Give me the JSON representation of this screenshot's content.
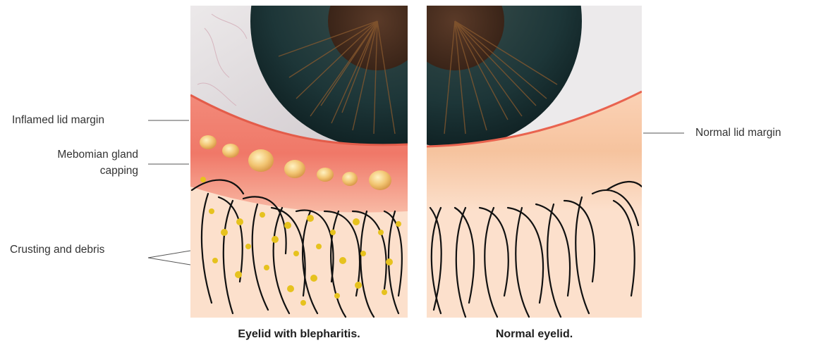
{
  "labels": {
    "inflamed_lid_margin": "Inflamed lid margin",
    "meibomian_line1": "Mebomian gland",
    "meibomian_line2": "capping",
    "crusting": "Crusting and debris",
    "normal_lid_margin": "Normal lid margin"
  },
  "captions": {
    "left": "Eyelid with blepharitis.",
    "right": "Normal eyelid."
  },
  "colors": {
    "sclera": "#e6e2e4",
    "iris": "#1f3a3c",
    "pupil": "#4a2f22",
    "inflamed_margin": "#f07d6e",
    "normal_margin": "#f6c39e",
    "skin": "#fce0cc",
    "lashes": "#111111",
    "debris": "#e6c21e"
  }
}
